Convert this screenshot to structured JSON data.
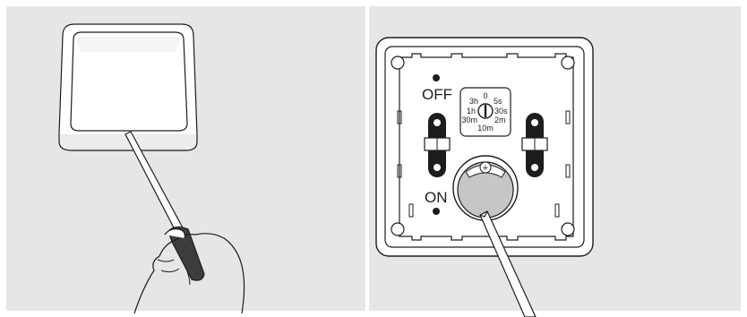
{
  "colors": {
    "panel_background": "#e6e6e6",
    "outline": "#1d1d1b",
    "switch_face": "#ffffff",
    "slider_fill": "#1d1d1b",
    "battery_fill": "#c6c6c6"
  },
  "labels": {
    "off": "OFF",
    "on": "ON"
  },
  "timer_dial": {
    "options": [
      "0",
      "5s",
      "30s",
      "2m",
      "10m",
      "30m",
      "1h",
      "3h"
    ]
  },
  "battery_cover": {
    "symbol": "+"
  }
}
